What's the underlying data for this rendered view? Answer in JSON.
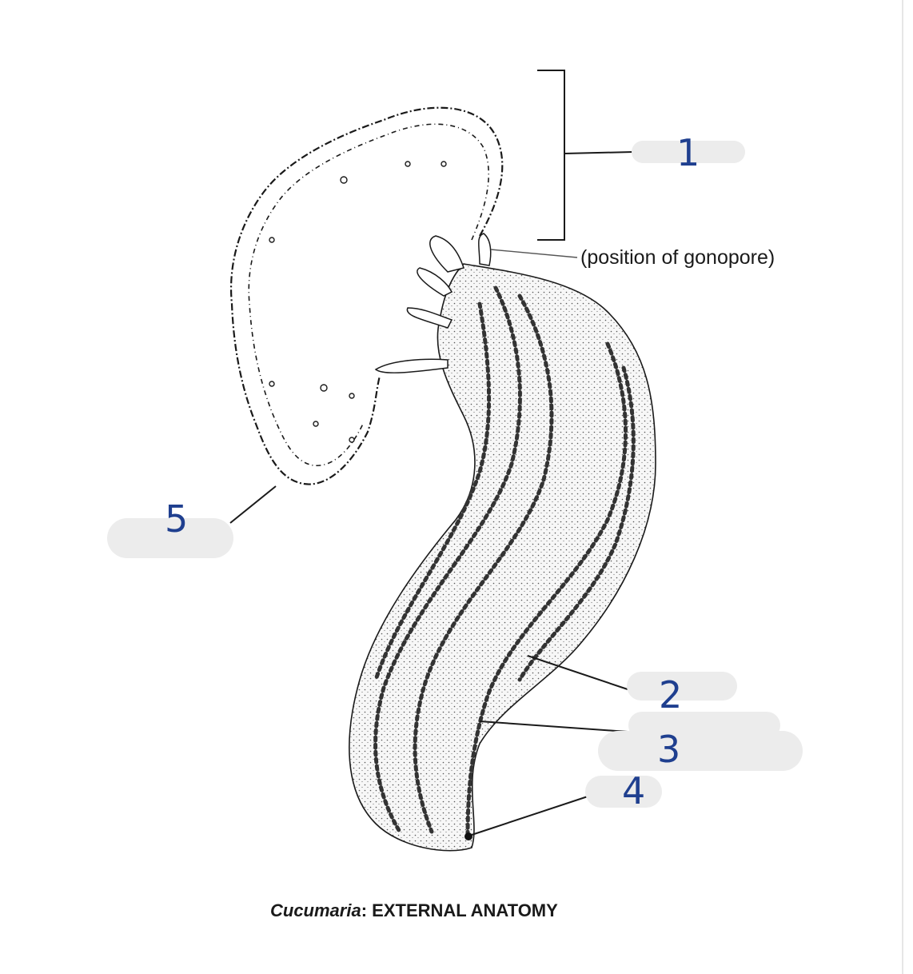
{
  "labels": {
    "gonopore": "(position of gonopore)"
  },
  "caption": {
    "italic": "Cucumaria",
    "rest": ": EXTERNAL ANATOMY"
  },
  "answers": [
    {
      "number": "1"
    },
    {
      "number": "2"
    },
    {
      "number": "3"
    },
    {
      "number": "4"
    },
    {
      "number": "5"
    }
  ],
  "colors": {
    "line": "#1a1a1a",
    "handwriting": "#1f3f8f",
    "redaction": "#ececec"
  }
}
